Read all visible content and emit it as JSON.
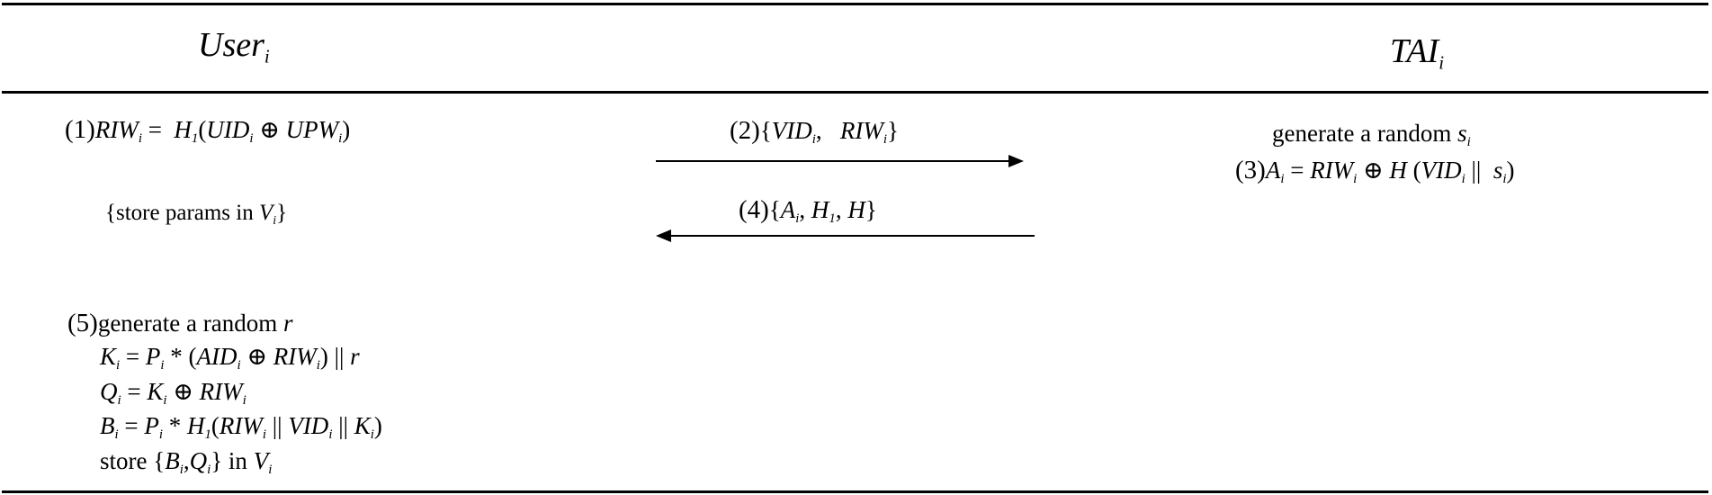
{
  "header": {
    "left": {
      "main": "User",
      "sub": "i"
    },
    "right": {
      "main": "TAI",
      "sub": "i"
    }
  },
  "user": {
    "step1": {
      "num": "(1)",
      "lhs": "RIW",
      "lhs_sub": "i",
      "eq": "=",
      "fn": "H",
      "fn_sub": "1",
      "open": "(",
      "a": "UID",
      "a_sub": "i",
      "op": "⊕",
      "b": "UPW",
      "b_sub": "i",
      "close": ")"
    },
    "store": {
      "open": "{store params in ",
      "v": "V",
      "v_sub": "i",
      "close": "}"
    },
    "step5": {
      "num": "(5)",
      "text": "generate a random ",
      "var": "r",
      "k": {
        "lhs": "K",
        "lhs_sub": "i",
        "eq": "=",
        "p": "P",
        "p_sub": "i",
        "star": "*",
        "open": "(",
        "a": "AID",
        "a_sub": "i",
        "op": "⊕",
        "b": "RIW",
        "b_sub": "i",
        "close": ")",
        "cat": "||",
        "r": "r"
      },
      "q": {
        "lhs": "Q",
        "lhs_sub": "i",
        "eq": "=",
        "a": "K",
        "a_sub": "i",
        "op": "⊕",
        "b": "RIW",
        "b_sub": "i"
      },
      "b": {
        "lhs": "B",
        "lhs_sub": "i",
        "eq": "=",
        "p": "P",
        "p_sub": "i",
        "star": "*",
        "fn": "H",
        "fn_sub": "1",
        "open": "(",
        "a": "RIW",
        "a_sub": "i",
        "cat1": "||",
        "b": "VID",
        "b_sub": "i",
        "cat2": "||",
        "c": "K",
        "c_sub": "i",
        "close": ")"
      },
      "store": {
        "word": "store",
        "open": "{",
        "a": "B",
        "a_sub": "i",
        "comma": ",",
        "b": "Q",
        "b_sub": "i",
        "close": "}",
        "in": "in",
        "v": "V",
        "v_sub": "i"
      }
    }
  },
  "messages": {
    "m2": {
      "num": "(2)",
      "open": "{",
      "a": "VID",
      "a_sub": "i",
      "comma": ",",
      "b": "RIW",
      "b_sub": "i",
      "close": "}"
    },
    "m4": {
      "num": "(4)",
      "open": "{",
      "a": "A",
      "a_sub": "i",
      "comma1": ",",
      "b": "H",
      "b_sub": "1",
      "comma2": ",",
      "c": "H",
      "close": "}"
    }
  },
  "tai": {
    "gen": {
      "text": "generate a random ",
      "var": "s",
      "var_sub": "i"
    },
    "step3": {
      "num": "(3)",
      "lhs": "A",
      "lhs_sub": "i",
      "eq": "=",
      "a": "RIW",
      "a_sub": "i",
      "op": "⊕",
      "fn": "H",
      "open": "(",
      "b": "VID",
      "b_sub": "i",
      "cat": "||",
      "c": "s",
      "c_sub": "i",
      "close": ")"
    }
  }
}
